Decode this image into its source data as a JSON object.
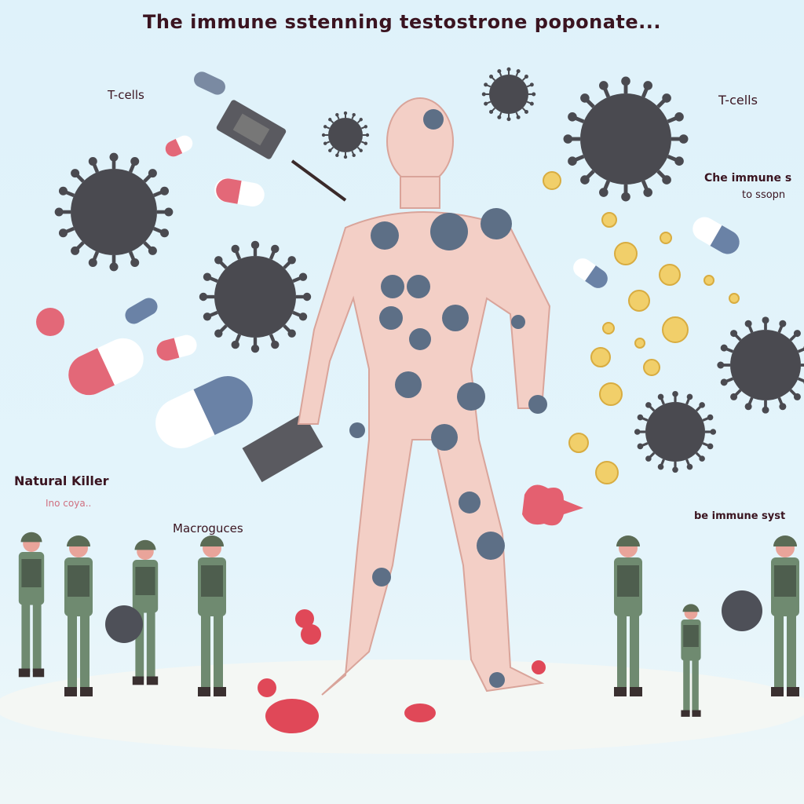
{
  "title": "The immune sstenning  testostrone poponate...",
  "labels": {
    "t_cells_left": "T-cells",
    "t_cells_right": "T-cells",
    "che_immune": "Che immune s",
    "to_ssopn": "to ssopn",
    "natural_killer": "Natural Killer",
    "ino_coya": "Ino coya..",
    "macrocytes": "Macroguces",
    "be_immune": "be immune syst"
  },
  "colors": {
    "background": "#dff2fa",
    "virus": "#4a4a50",
    "skin": "#f3cfc6",
    "pill_red": "#e36878",
    "pill_blue": "#6a82a6",
    "soldier": "#6f8a70",
    "gold_cell": "#f1cf6a"
  }
}
